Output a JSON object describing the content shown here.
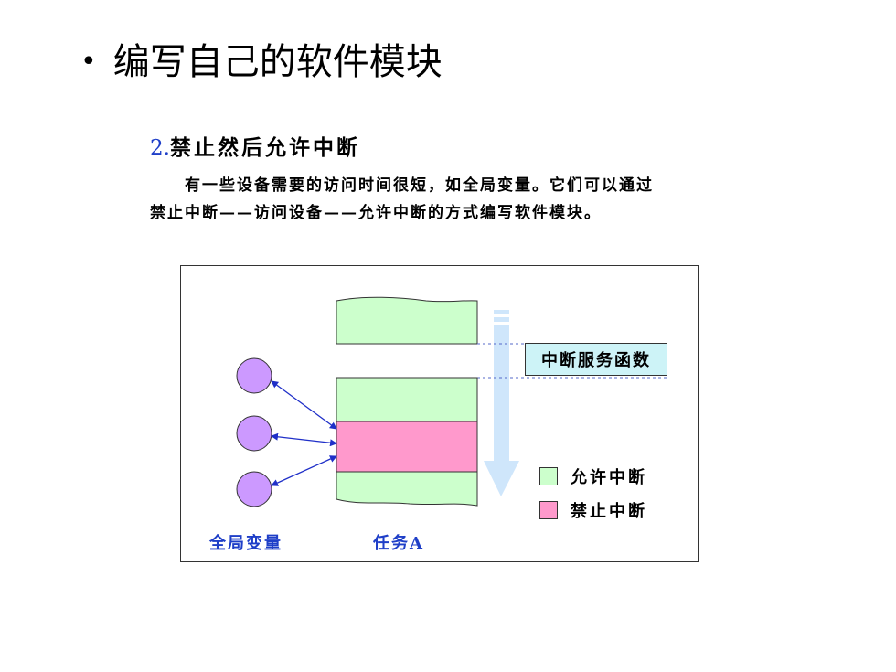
{
  "slide": {
    "bullet": "•",
    "title": "编写自己的软件模块"
  },
  "section": {
    "number": "2.",
    "heading": "禁止然后允许中断"
  },
  "paragraph": {
    "line1": "有一些设备需要的访问时间很短，如全局变量。它们可以通过",
    "line2": "禁止中断——访问设备——允许中断的方式编写软件模块。"
  },
  "diagram": {
    "isr_label": "中断服务函数",
    "legend": [
      {
        "label": "允许中断",
        "color": "#ccffcc"
      },
      {
        "label": "禁止中断",
        "color": "#ff99cc"
      }
    ],
    "global_var_label": "全局变量",
    "task_label": "任务A",
    "colors": {
      "enabled": "#ccffcc",
      "disabled": "#ff99cc",
      "variable": "#cc99ff",
      "arrow": "#1f2fc8",
      "flow_arrow": "#cfe6fb",
      "isr": "#cdf3f7"
    }
  }
}
